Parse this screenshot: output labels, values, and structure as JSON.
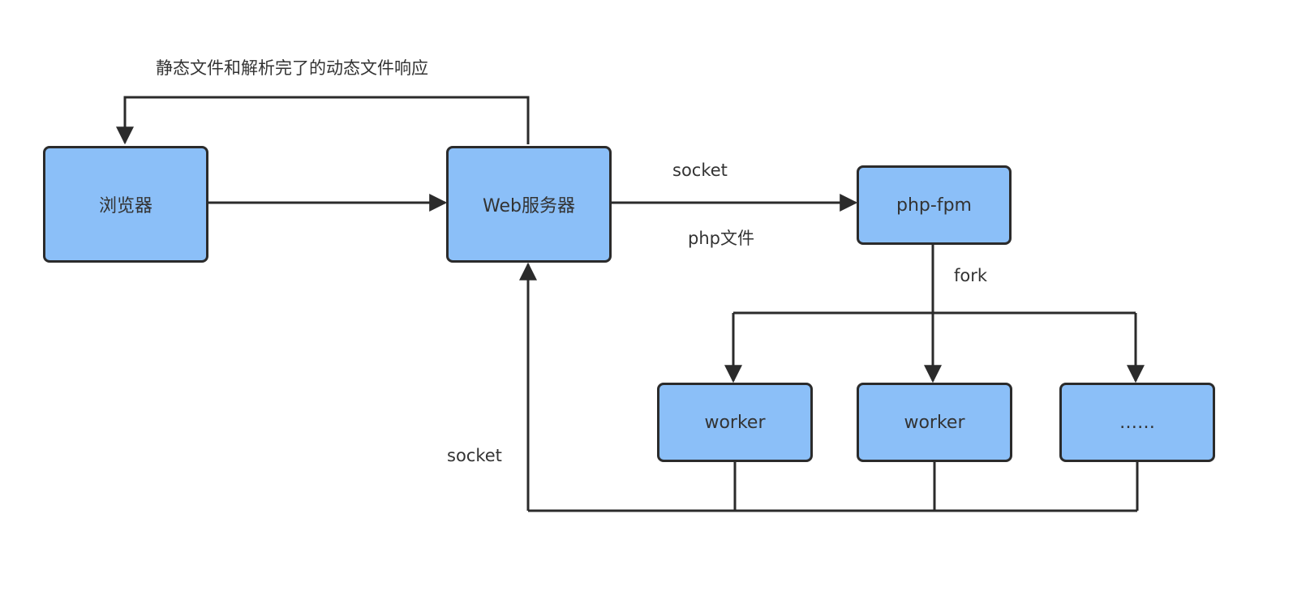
{
  "nodes": {
    "browser": "浏览器",
    "web_server": "Web服务器",
    "php_fpm": "php-fpm",
    "worker_1": "worker",
    "worker_2": "worker",
    "worker_more": "……"
  },
  "edges": {
    "response_label": "静态文件和解析完了的动态文件响应",
    "socket_label_top": "socket",
    "php_file_label": "php文件",
    "fork_label": "fork",
    "socket_label_bottom": "socket"
  },
  "colors": {
    "node_fill": "#8bbff8",
    "node_border": "#2b2b2b",
    "line": "#2b2b2b",
    "text": "#333333"
  }
}
